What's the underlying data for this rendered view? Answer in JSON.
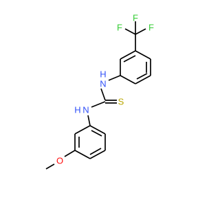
{
  "molecule": {
    "colors": {
      "bond": "#000000",
      "nitrogen": "#3050F8",
      "oxygen": "#FF0D0D",
      "sulfur": "#B8A600",
      "fluorine": "#33CC33",
      "hydrogen": "#3050F8"
    },
    "labels": {
      "n_upper": "N",
      "h_upper": "H",
      "n_lower": "N",
      "h_lower": "H",
      "sulfur": "S",
      "oxygen": "O",
      "f_top": "F",
      "f_left": "F",
      "f_right": "F"
    }
  }
}
